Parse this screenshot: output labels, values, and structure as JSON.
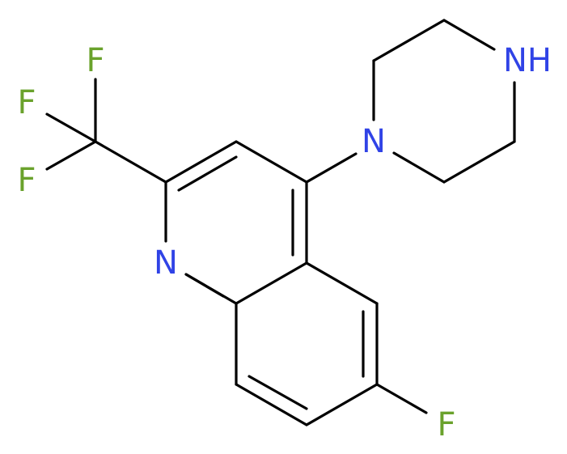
{
  "molecule": {
    "atoms": {
      "f1": "F",
      "f2": "F",
      "f3": "F",
      "f4": "F",
      "n_quinoline": "N",
      "n_piperazine_1": "N",
      "n_piperazine_4": "NH"
    },
    "colors": {
      "bond": "#000000",
      "fluorine": "#6aa22c",
      "nitrogen": "#3043e6"
    }
  }
}
